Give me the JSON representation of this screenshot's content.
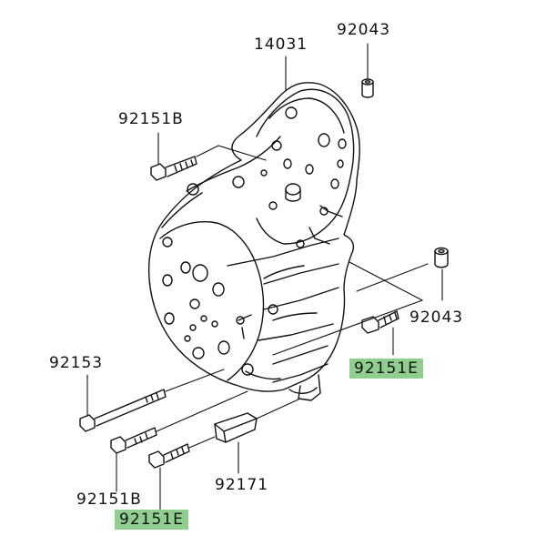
{
  "colors": {
    "ink": "#111111",
    "highlight": "#8fce8f",
    "background": "#ffffff"
  },
  "labels": {
    "cover": "14031",
    "bushing_top": "92043",
    "bolt_top_left": "92151B",
    "bushing_right": "92043",
    "bolt_right": "92151E",
    "bolt_long": "92153",
    "bolt_bottom_b": "92151B",
    "clamp": "92171",
    "bolt_bottom_e": "92151E"
  },
  "highlighted_labels": [
    "bolt_right",
    "bolt_bottom_e"
  ]
}
